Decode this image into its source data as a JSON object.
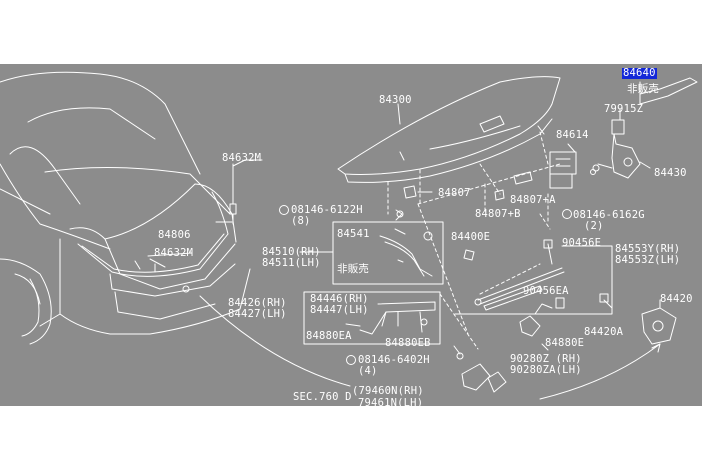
{
  "labels": {
    "p84640": "84640",
    "not_for_sale": "非販売",
    "p79915z": "79915Z",
    "p84300": "84300",
    "p84614": "84614",
    "p84430": "84430",
    "p84632m_top": "84632M",
    "p84807": "84807",
    "p84807a": "84807+A",
    "p84807b": "84807+B",
    "bolt_08146_6122h": "08146-6122H",
    "qty_8": "(8)",
    "bolt_08146_6162g": "08146-6162G",
    "qty_2": "(2)",
    "p84806": "84806",
    "p84632m_lower": "84632M",
    "p84541": "84541",
    "p84400e": "84400E",
    "p84510rh": "84510(RH)",
    "p84511lh": "84511(LH)",
    "not_for_sale_2": "非販売",
    "p90456e": "90456E",
    "p84553y": "84553Y(RH)",
    "p84553z": "84553Z(LH)",
    "p90456ea": "90456EA",
    "p84426rh": "84426(RH)",
    "p84427lh": "84427(LH)",
    "p84446rh": "84446(RH)",
    "p84447lh": "84447(LH)",
    "p84880ea": "84880EA",
    "p84880eb": "84880EB",
    "p84880e": "84880E",
    "p84420": "84420",
    "p84420a": "84420A",
    "bolt_08146_6402h": "08146-6402H",
    "qty_4": "(4)",
    "p90280z": "90280Z (RH)",
    "p90280za": "90280ZA(LH)",
    "p79460n": "(79460N(RH)",
    "p79461n": "79461N(LH)",
    "sec760": "SEC.760 D"
  },
  "colors": {
    "panel_bg": "#8c8c8c",
    "line": "#ffffff",
    "highlight": "#1428d8"
  }
}
